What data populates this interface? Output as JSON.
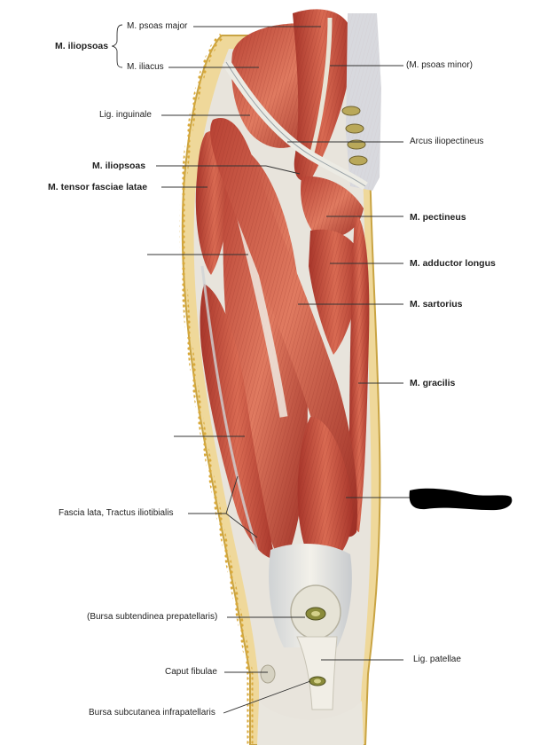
{
  "labels": {
    "iliopsoas_group": "M. iliopsoas",
    "psoas_major": "M. psoas major",
    "iliacus": "M. iliacus",
    "psoas_minor": "(M. psoas minor)",
    "lig_inguinale": "Lig. inguinale",
    "arcus_iliopectineus": "Arcus iliopectineus",
    "iliopsoas": "M. iliopsoas",
    "tensor_fasciae_latae": "M. tensor fasciae latae",
    "pectineus": "M. pectineus",
    "adductor_longus": "M. adductor longus",
    "sartorius": "M. sartorius",
    "gracilis": "M. gracilis",
    "fascia_lata": "Fascia lata, Tractus iliotibialis",
    "bursa_subtendinea": "(Bursa subtendinea prepatellaris)",
    "lig_patellae": "Lig. patellae",
    "caput_fibulae": "Caput fibulae",
    "bursa_subcutanea": "Bursa subcutanea infrapatellaris"
  },
  "colors": {
    "muscle": "#c84a3a",
    "muscle_dark": "#9e2f24",
    "tendon": "#e9e6de",
    "fat": "#e8c465",
    "bone": "#dcd9cc",
    "line": "#333333",
    "redaction": "#000000"
  }
}
